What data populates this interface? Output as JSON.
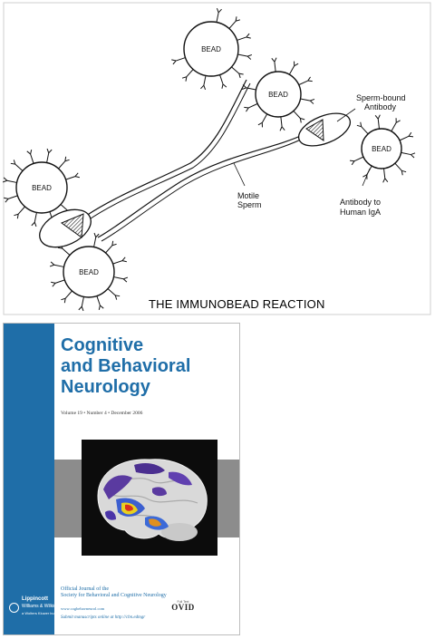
{
  "diagram": {
    "bead_label": "BEAD",
    "labels": {
      "sperm_bound_antibody_1": "Sperm-bound",
      "sperm_bound_antibody_2": "Antibody",
      "motile_sperm_1": "Motile",
      "motile_sperm_2": "Sperm",
      "antibody_human_1": "Antibody to",
      "antibody_human_2": "Human IgA"
    },
    "caption": "THE IMMUNOBEAD REACTION"
  },
  "cover": {
    "title_line1": "Cognitive",
    "title_line2": "and Behavioral",
    "title_line3": "Neurology",
    "issue": "Volume 19  •  Number 4  •  December 2006",
    "official_line1": "Official Journal of the",
    "official_line2": "Society for Behavioral and Cognitive Neurology",
    "url": "www.cogbehavneurol.com",
    "ovid_top": "Full Text",
    "ovid": "OVID",
    "submit": "Submit manuscripts online at http://cbn.edmgr",
    "spine_line1": "Lippincott",
    "spine_line2": "Williams & Wilkins",
    "spine_line3": "a Wolters Kluwer business",
    "colors": {
      "spine_blue": "#1f6ea8",
      "band_grey": "#8c8c8c"
    }
  }
}
